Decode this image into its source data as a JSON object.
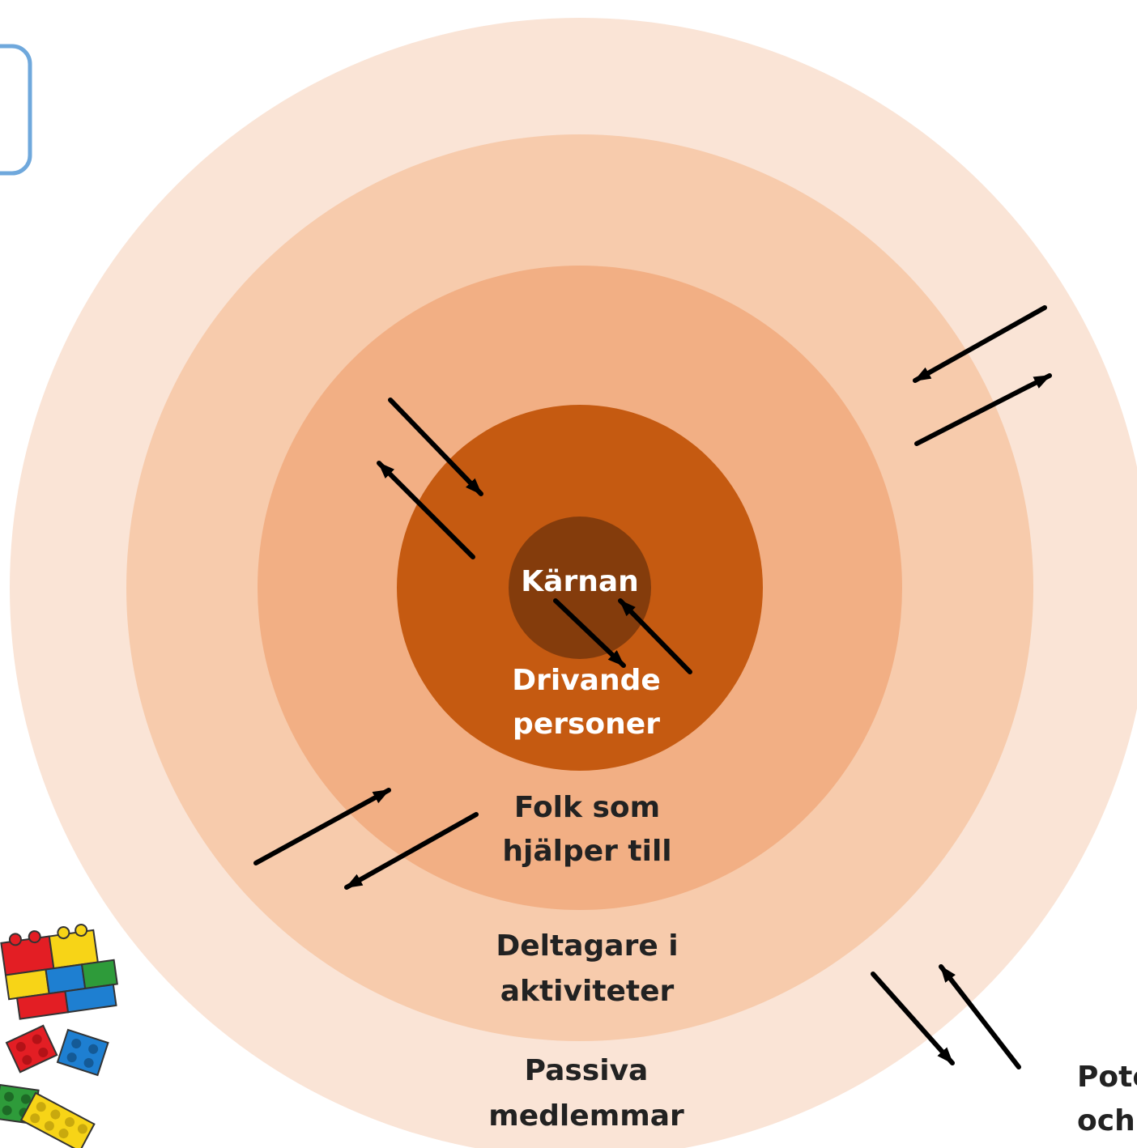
{
  "rings": [
    {
      "id": "passive",
      "label_lines": [
        "Passiva",
        "medlemmar"
      ],
      "color": "#FAE4D6"
    },
    {
      "id": "participants",
      "label_lines": [
        "Deltagare i",
        "aktiviteter"
      ],
      "color": "#F7CBAC"
    },
    {
      "id": "helpers",
      "label_lines": [
        "Folk som",
        "hjälper till"
      ],
      "color": "#F2AF84"
    },
    {
      "id": "drivers",
      "label_lines": [
        "Drivande",
        "personer"
      ],
      "color": "#C55A11"
    },
    {
      "id": "core",
      "label_lines": [
        "Kärnan"
      ],
      "color": "#843C0C"
    }
  ],
  "outside_label": {
    "lines": [
      "Pote",
      "och"
    ]
  },
  "callout_box": {
    "border_color": "#6FA8DC"
  },
  "decoration": {
    "icon": "lego-bricks-icon",
    "brick_colors": [
      "#E31E24",
      "#F7D417",
      "#1E7FD1",
      "#2E9B3A"
    ]
  }
}
